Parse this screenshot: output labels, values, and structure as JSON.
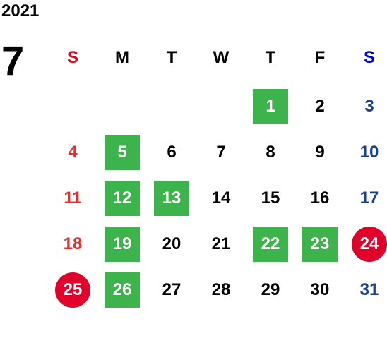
{
  "header": {
    "year": "2021",
    "month": "7"
  },
  "weekdays": [
    "S",
    "M",
    "T",
    "W",
    "T",
    "F",
    "S"
  ],
  "weeks": [
    [
      {
        "d": ""
      },
      {
        "d": ""
      },
      {
        "d": ""
      },
      {
        "d": ""
      },
      {
        "d": "1",
        "mark": "green"
      },
      {
        "d": "2"
      },
      {
        "d": "3"
      }
    ],
    [
      {
        "d": "4"
      },
      {
        "d": "5",
        "mark": "green"
      },
      {
        "d": "6"
      },
      {
        "d": "7"
      },
      {
        "d": "8"
      },
      {
        "d": "9"
      },
      {
        "d": "10"
      }
    ],
    [
      {
        "d": "11"
      },
      {
        "d": "12",
        "mark": "green"
      },
      {
        "d": "13",
        "mark": "green"
      },
      {
        "d": "14"
      },
      {
        "d": "15"
      },
      {
        "d": "16"
      },
      {
        "d": "17"
      }
    ],
    [
      {
        "d": "18"
      },
      {
        "d": "19",
        "mark": "green"
      },
      {
        "d": "20"
      },
      {
        "d": "21"
      },
      {
        "d": "22",
        "mark": "green"
      },
      {
        "d": "23",
        "mark": "green"
      },
      {
        "d": "24",
        "mark": "holiday"
      }
    ],
    [
      {
        "d": "25",
        "mark": "holiday"
      },
      {
        "d": "26",
        "mark": "green"
      },
      {
        "d": "27"
      },
      {
        "d": "28"
      },
      {
        "d": "29"
      },
      {
        "d": "30"
      },
      {
        "d": "31"
      }
    ]
  ],
  "colors": {
    "green_mark": "#3cb34b",
    "holiday_mark": "#e0002a",
    "sunday_text": "#e03030",
    "saturday_text": "#1a3f8f",
    "sunday_header": "#e0001a",
    "saturday_header": "#0000cc"
  }
}
